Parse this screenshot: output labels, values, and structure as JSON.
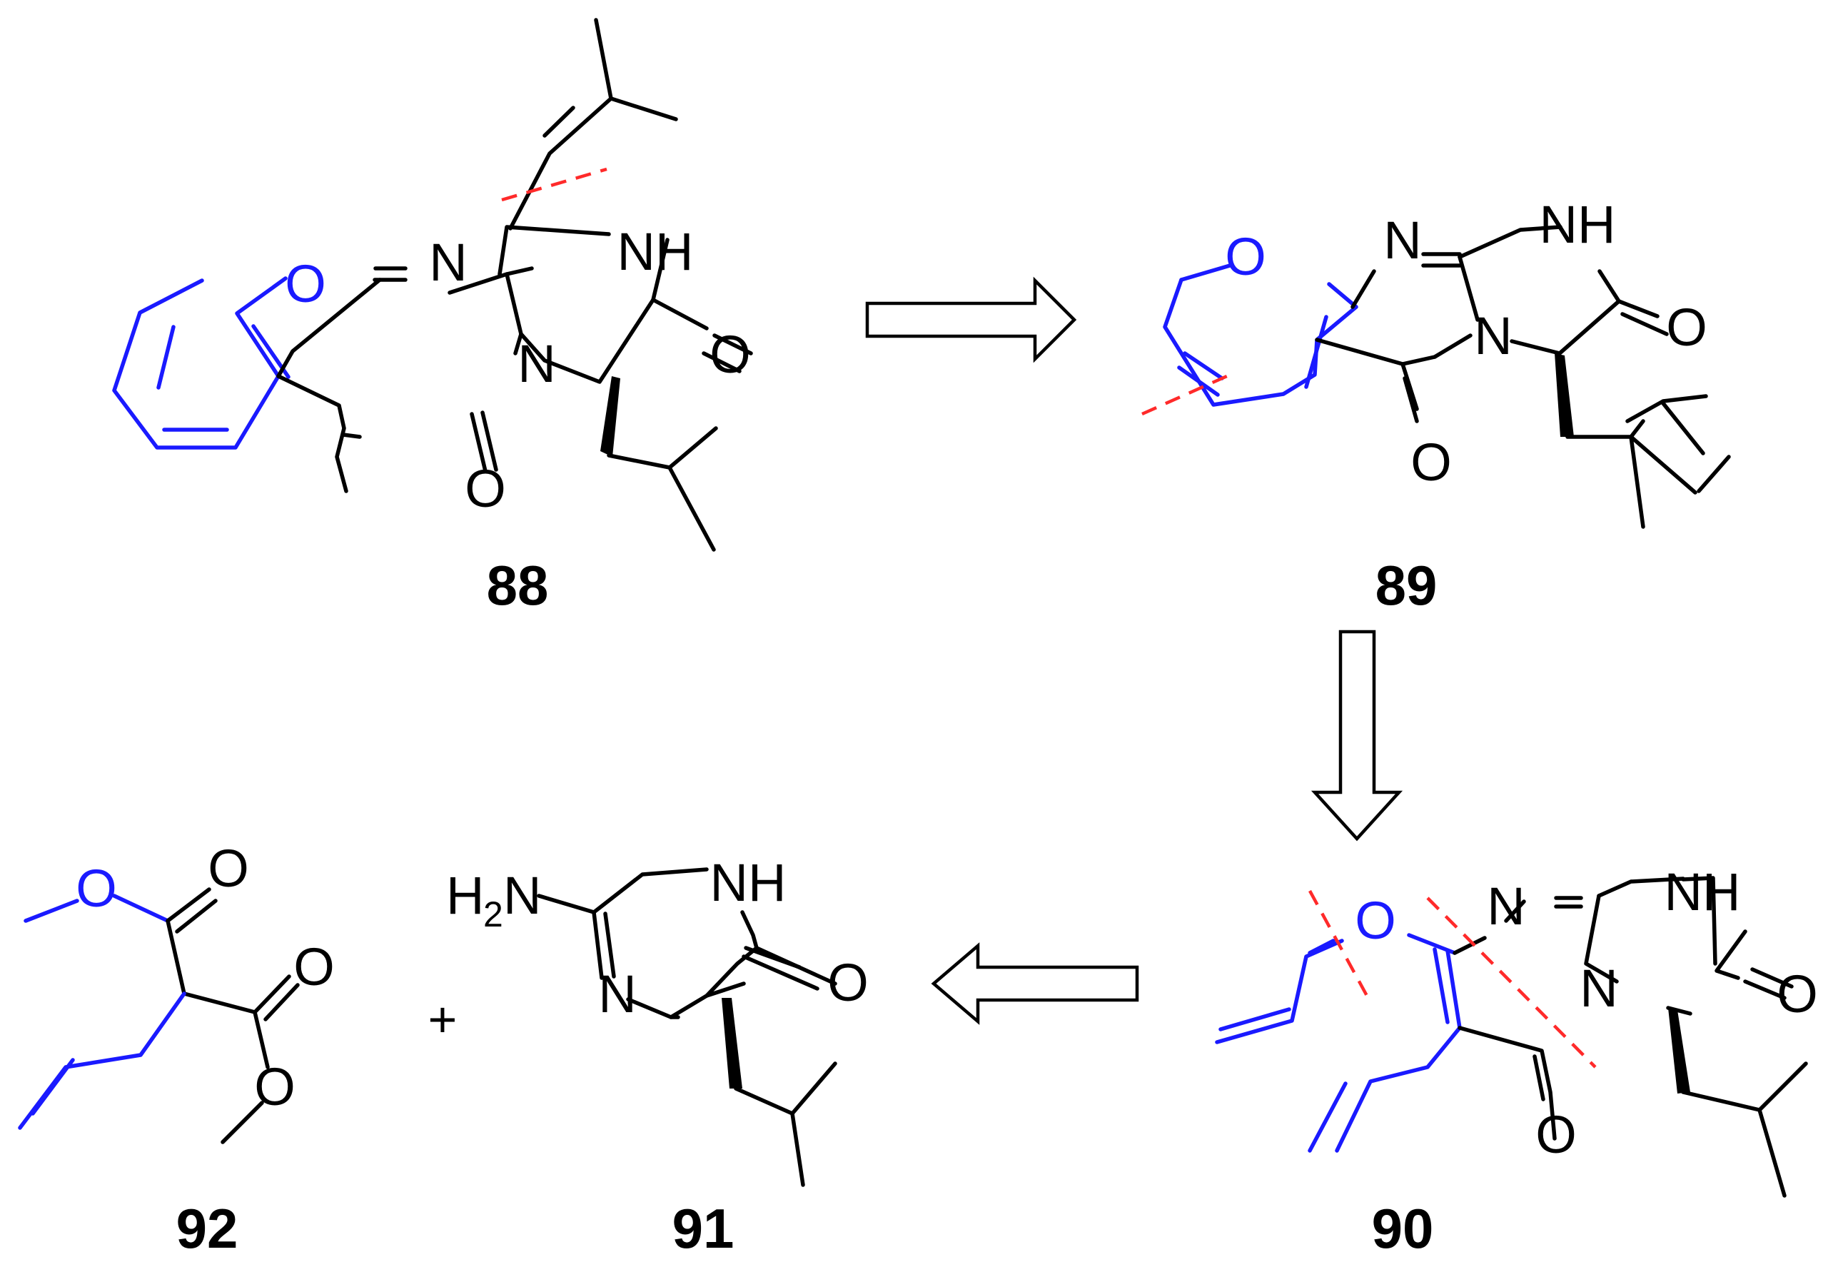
{
  "colors": {
    "black": "#000000",
    "blue": "#1a1aff",
    "cut": "#ff2a2a"
  },
  "compounds": {
    "c88": "88",
    "c89": "89",
    "c90": "90",
    "c91": "91",
    "c92": "92"
  },
  "atoms": {
    "O": "O",
    "N": "N",
    "NH": "NH",
    "H2N_H": "H",
    "H2N_sub": "2",
    "H2N_N": "N"
  },
  "plus": "+"
}
